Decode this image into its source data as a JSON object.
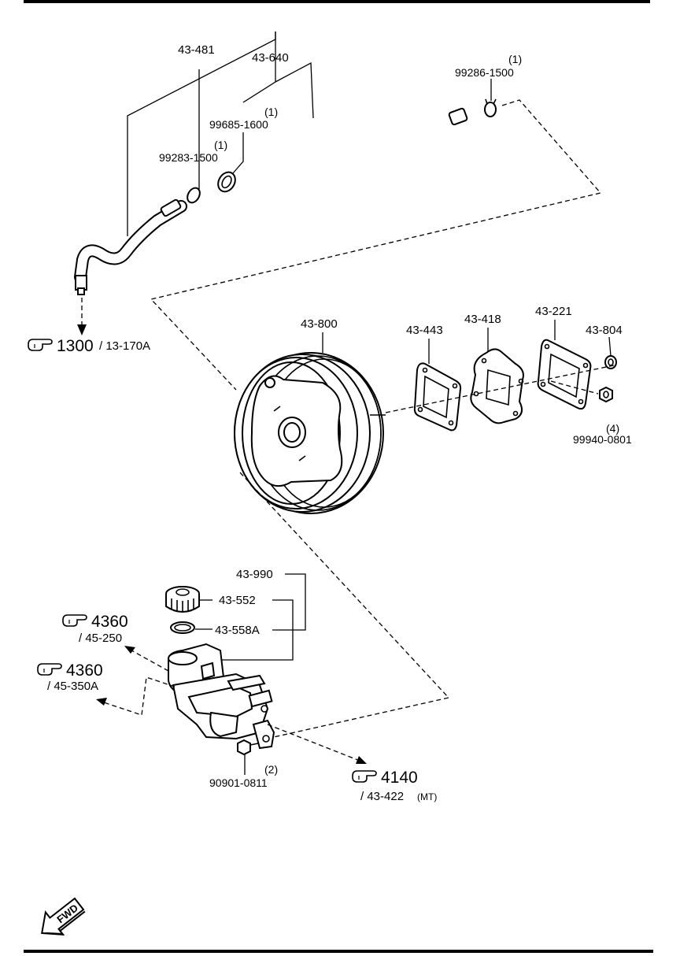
{
  "parts": {
    "p43_481": "43-481",
    "p43_640": "43-640",
    "p99286_qty": "(1)",
    "p99286": "99286-1500",
    "p99685_qty": "(1)",
    "p99685": "99685-1600",
    "p99283_qty": "(1)",
    "p99283": "99283-1500",
    "p43_800": "43-800",
    "p43_443": "43-443",
    "p43_418": "43-418",
    "p43_221": "43-221",
    "p43_804": "43-804",
    "p99940_qty": "(4)",
    "p99940": "99940-0801",
    "p43_990": "43-990",
    "p43_552": "43-552",
    "p43_558A": "43-558A",
    "p90901_qty": "(2)",
    "p90901": "90901-0811"
  },
  "refs": {
    "r1_num": "1300",
    "r1_sub": "/ 13-170A",
    "r2_num": "4360",
    "r2_sub": "/ 45-250",
    "r3_num": "4360",
    "r3_sub": "/ 45-350A",
    "r4_num": "4140",
    "r4_sub": "/ 43-422",
    "r4_note": "(MT)"
  },
  "fwd_label": "FWD"
}
